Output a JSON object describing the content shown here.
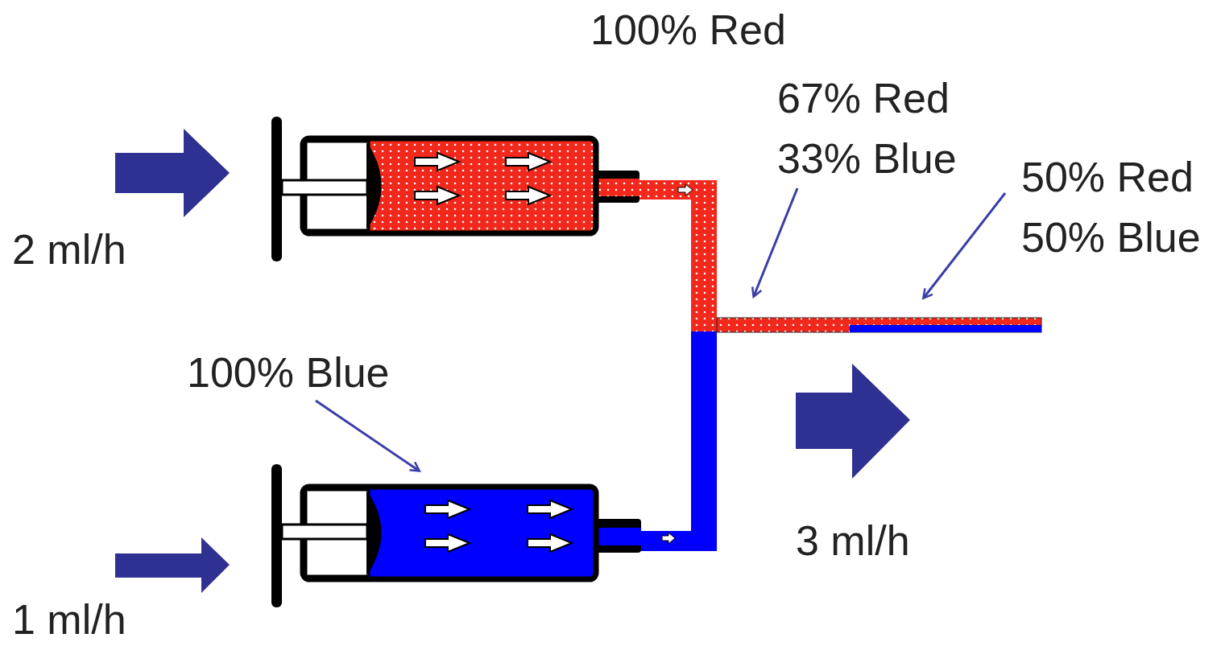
{
  "diagram": {
    "labels": [
      "100% Red",
      "67% Red 33% Blue",
      "50% Red 50% Blue",
      "2 ml/h",
      "100% Blue",
      "3 ml/h",
      "1 ml/h"
    ]
  }
}
